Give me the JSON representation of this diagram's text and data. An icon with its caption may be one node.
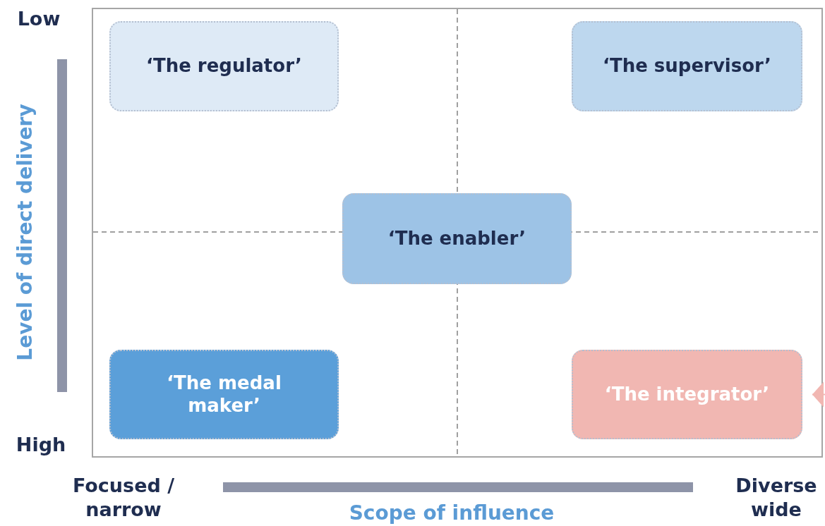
{
  "diagram": {
    "nodes": [
      {
        "text": [
          "‘The regulator’"
        ]
      },
      {
        "text": [
          "‘The supervisor’"
        ]
      },
      {
        "text": [
          "‘The enabler’"
        ]
      },
      {
        "text": [
          "‘The medal maker’"
        ]
      },
      {
        "text": [
          "‘The integrator’"
        ]
      }
    ],
    "edges": [
      {
        "from": null,
        "to": 4,
        "arrow": "to"
      }
    ],
    "labels": [
      "Low",
      "Level of direct delivery",
      "High",
      "Focused / narrow",
      "Scope of influence",
      "Diverse wide"
    ]
  }
}
